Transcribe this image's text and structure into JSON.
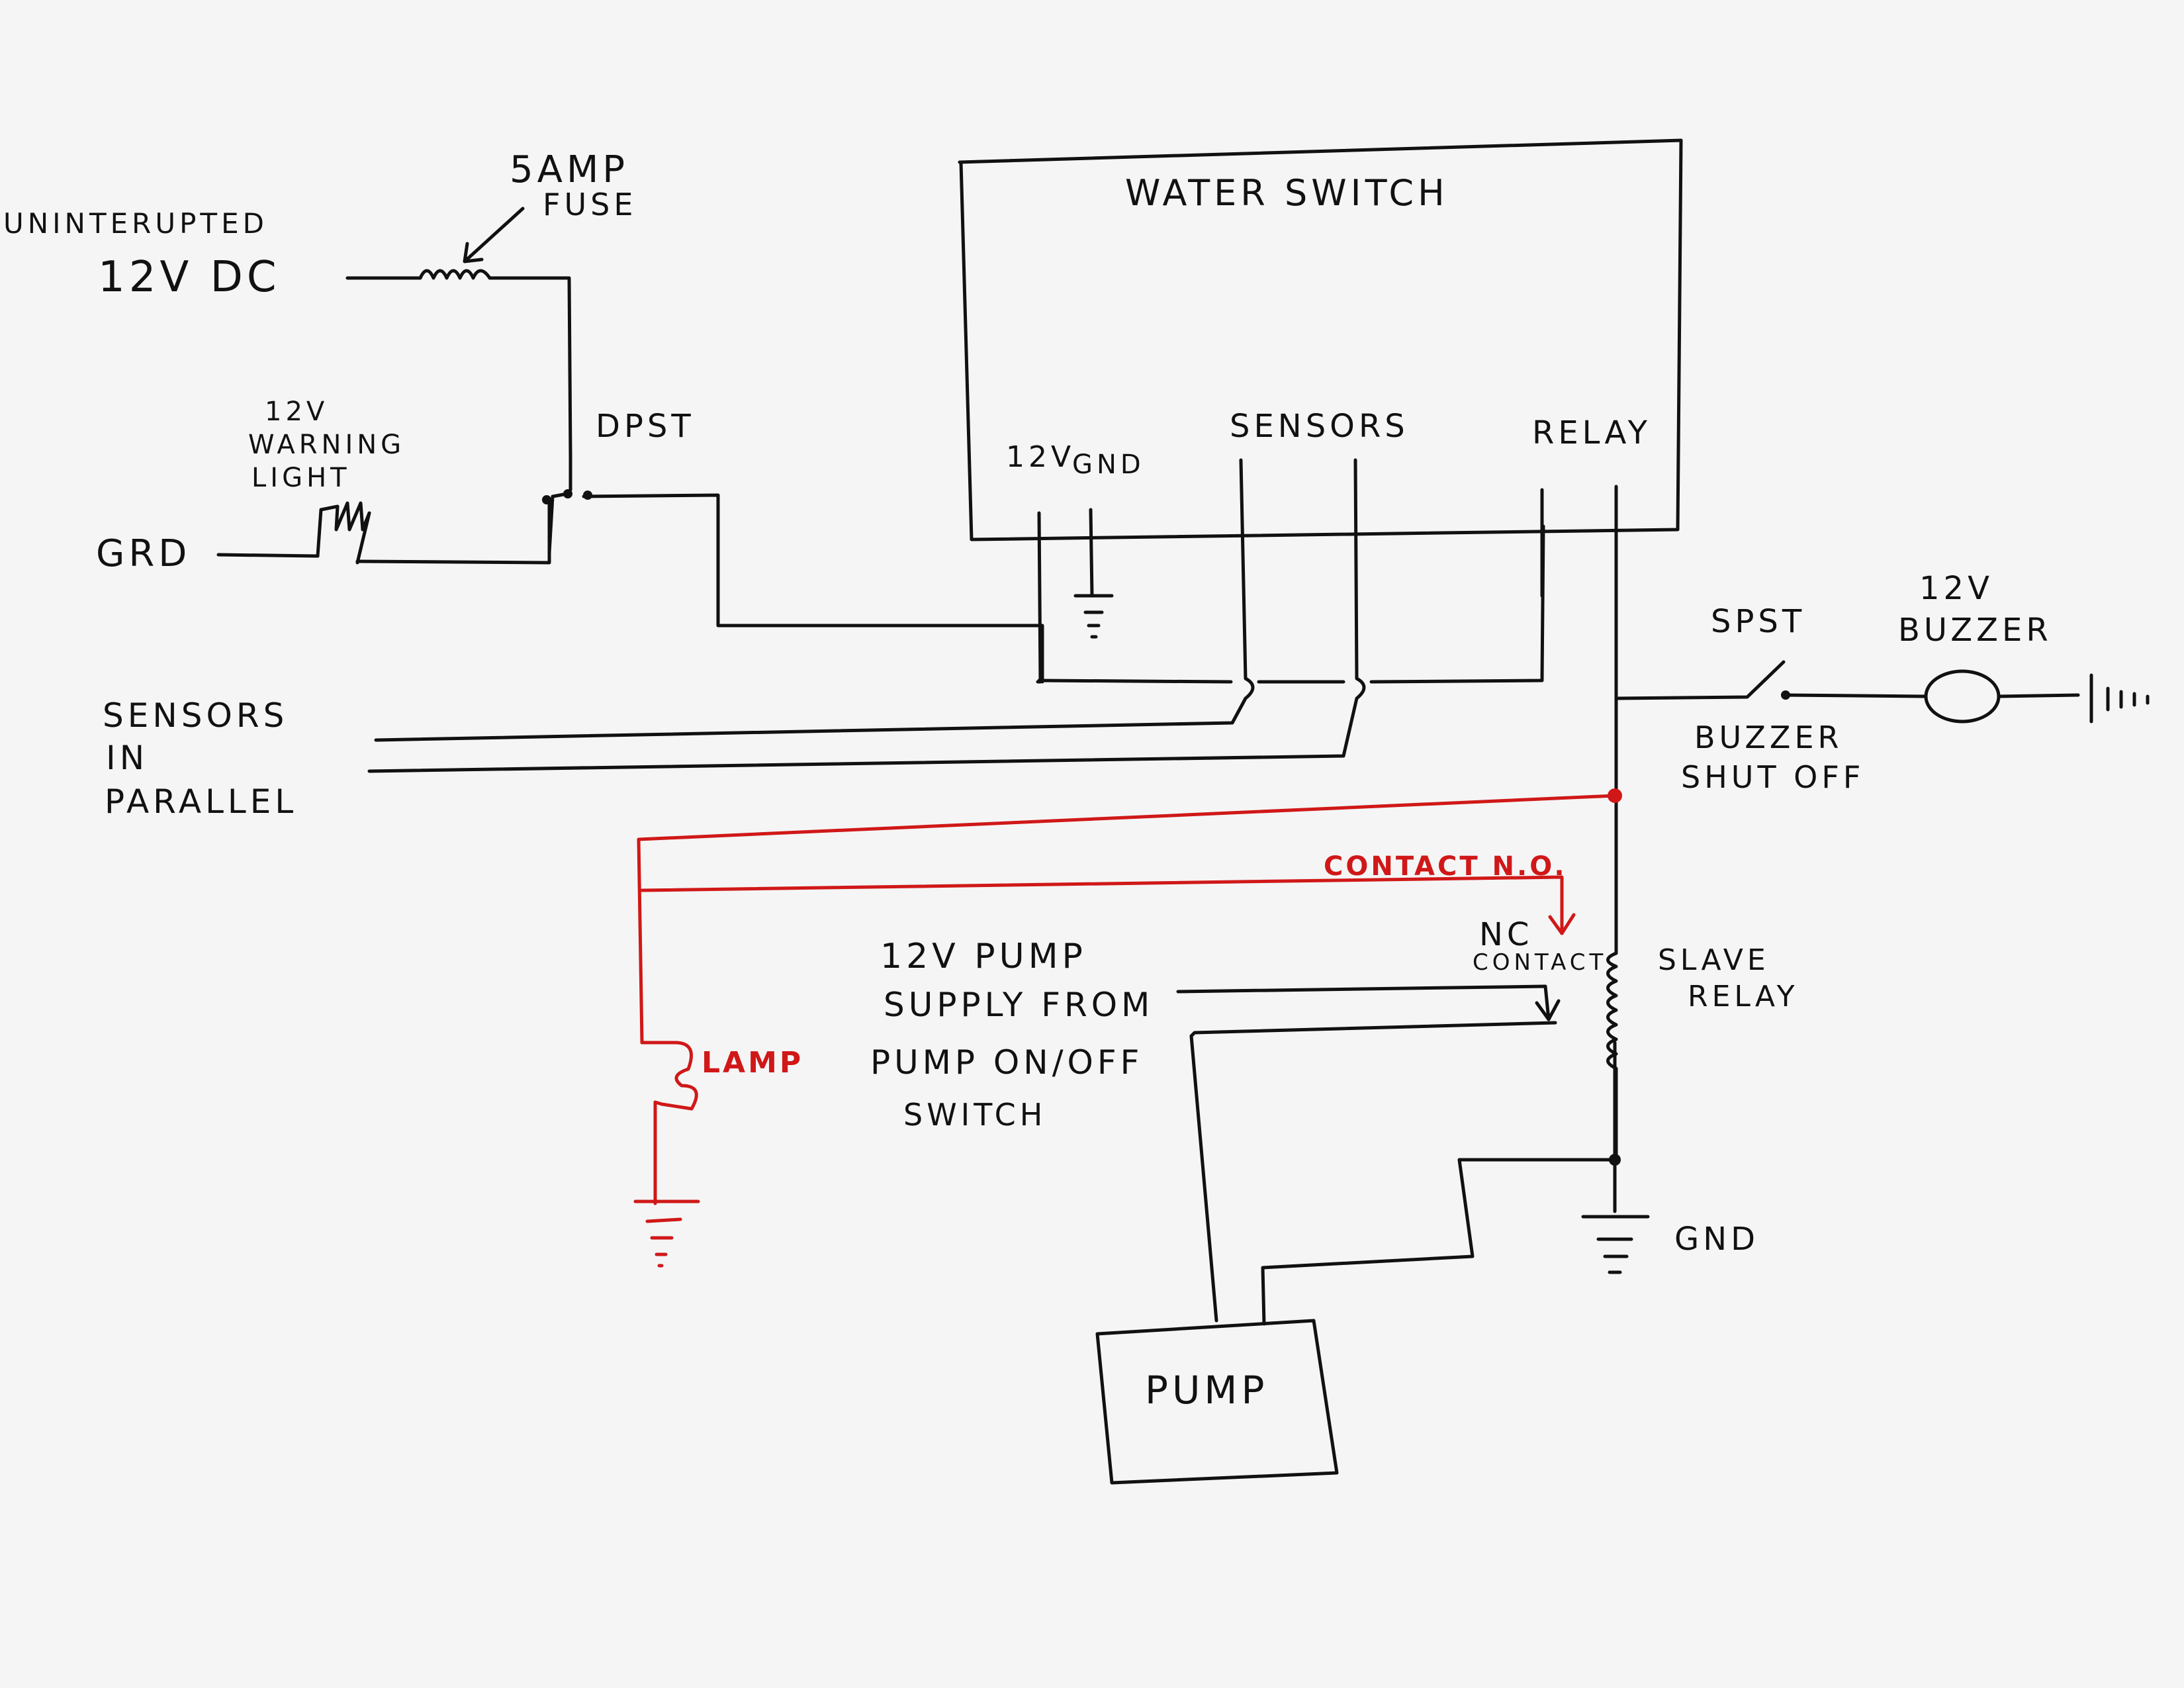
{
  "colors": {
    "ink": "#111111",
    "red": "#d01818",
    "paper": "#f5f5f5"
  },
  "labels": {
    "uninterrupted": "UNINTERUPTED",
    "supply_12v_dc": "12V  DC",
    "fuse_rating": "5AMP",
    "fuse": "FUSE",
    "dpst": "DPST",
    "warning_light_1": "12V",
    "warning_light_2": "WARNING",
    "warning_light_3": "LIGHT",
    "grd": "GRD",
    "water_switch": "WATER  SWITCH",
    "ws_12v": "12V",
    "ws_gnd": "GND",
    "ws_sensors": "SENSORS",
    "ws_relay": "RELAY",
    "spst": "SPST",
    "buzzer_1": "12V",
    "buzzer_2": "BUZZER",
    "buzzer_shutoff_1": "BUZZER",
    "buzzer_shutoff_2": "SHUT OFF",
    "sensors_parallel_1": "SENSORS",
    "sensors_parallel_2": "IN",
    "sensors_parallel_3": "PARALLEL",
    "contact_no": "CONTACT  N.O.",
    "nc": "NC",
    "nc_contact": "CONTACT",
    "slave_relay_1": "SLAVE",
    "slave_relay_2": "RELAY",
    "pump_supply_1": "12V  PUMP",
    "pump_supply_2": "SUPPLY  FROM",
    "pump_supply_3": "PUMP  ON/OFF",
    "pump_supply_4": "SWITCH",
    "lamp": "LAMP",
    "gnd": "GND",
    "pump": "PUMP"
  }
}
